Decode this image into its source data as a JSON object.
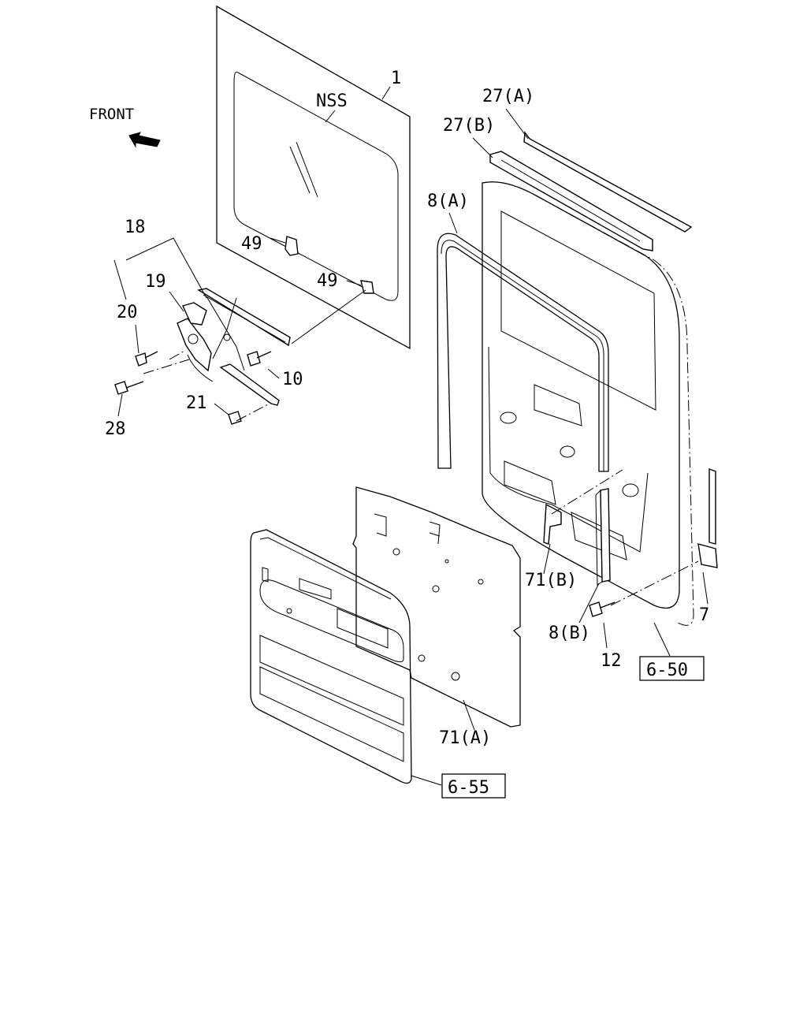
{
  "front_label": "FRONT",
  "callouts": {
    "glass": "1",
    "nss": "NSS",
    "strip_27a": "27(A)",
    "strip_27b": "27(B)",
    "weatherstrip_8a": "8(A)",
    "regulator_assy": "18",
    "motor_19": "19",
    "screw_20": "20",
    "bolt_10": "10",
    "clip_49_upper": "49",
    "clip_49_lower": "49",
    "nut_21": "21",
    "bolt_28": "28",
    "seal_71b": "71(B)",
    "channel_8b": "8(B)",
    "bolt_12": "12",
    "lock_rod_7": "7",
    "sealing_71a": "71(A)"
  },
  "refs": {
    "door_panel": "6-50",
    "trim_panel": "6-55"
  },
  "icons": {
    "front_arrow": "front-arrow-icon"
  }
}
